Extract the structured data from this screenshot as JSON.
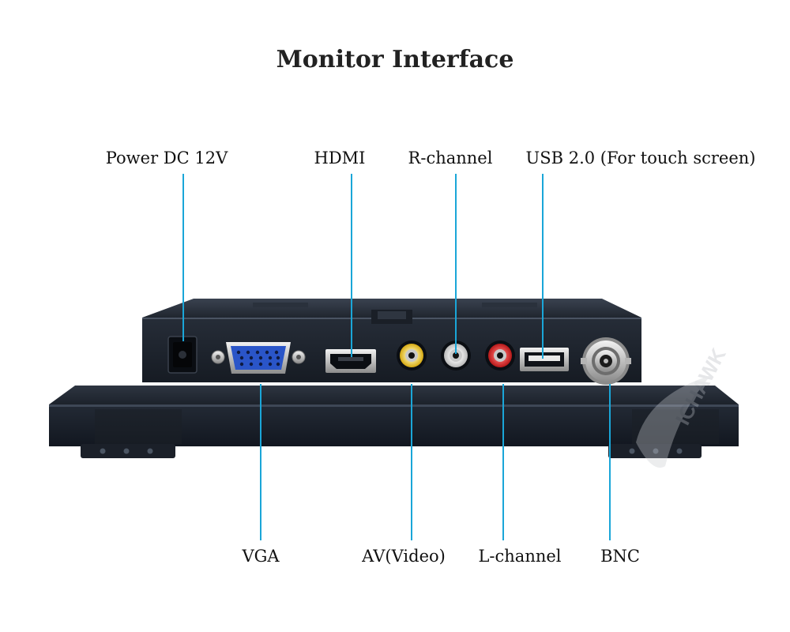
{
  "title": "Monitor Interface",
  "labels_top": {
    "power": "Power DC 12V",
    "hdmi": "HDMI",
    "r_channel": "R-channel",
    "usb": "USB 2.0 (For touch screen)"
  },
  "labels_bottom": {
    "vga": "VGA",
    "av_video": "AV(Video)",
    "l_channel": "L-channel",
    "bnc": "BNC"
  },
  "watermark": "ICHAWK",
  "colors": {
    "leader": "#1aa6d8",
    "device_body": "#1d2430",
    "av_video_ring": "#e8c21a",
    "r_channel_ring": "#e6e6e6",
    "l_channel_ring": "#d42a2a",
    "vga_port": "#2a55c8"
  }
}
